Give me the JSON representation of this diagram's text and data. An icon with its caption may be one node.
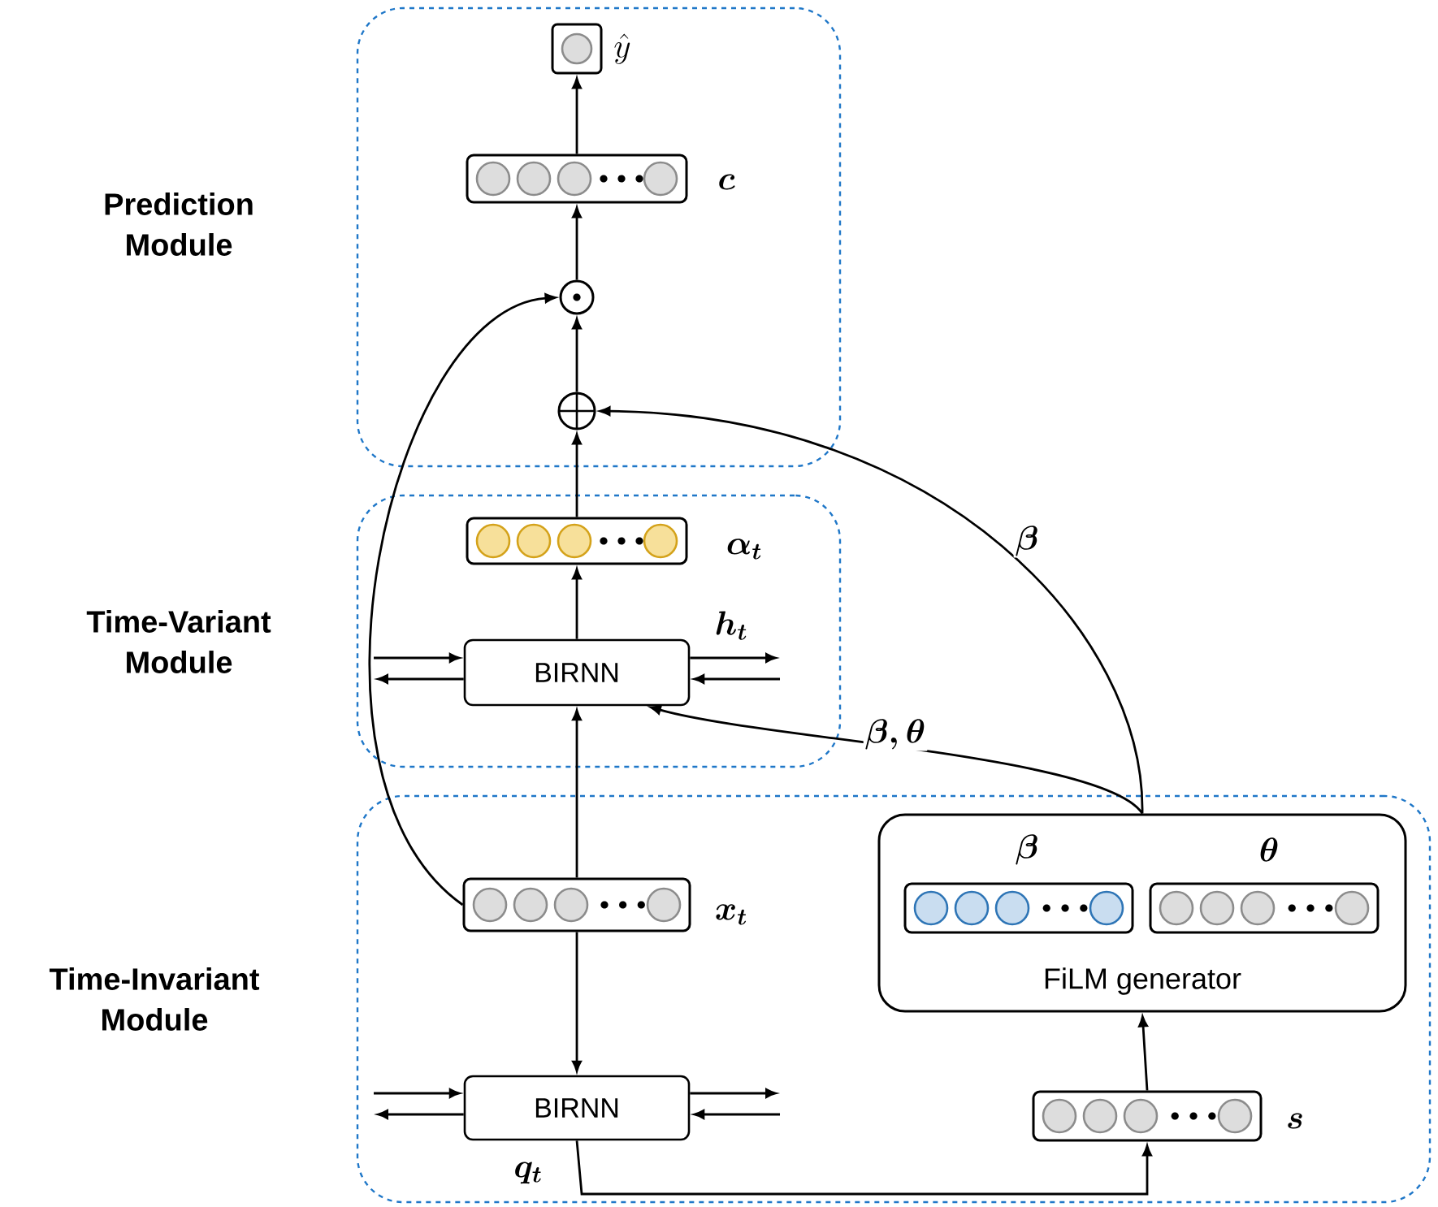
{
  "diagram": {
    "nodes": [
      {
        "text": [
          "Prediction Module"
        ]
      },
      {
        "text": [],
        "shape": "box",
        "in": 0,
        "beside": [
          "\\hat{y}"
        ]
      },
      {
        "text": [],
        "shape": "bar",
        "in": 0,
        "beside": [
          "c"
        ]
      },
      {
        "text": [],
        "shape": "circle",
        "in": 0
      },
      {
        "text": [],
        "shape": "circle",
        "in": 0
      },
      {
        "text": [
          "Time-Variant Module"
        ]
      },
      {
        "text": [],
        "shape": "bar",
        "in": 5,
        "beside": [
          "\\alpha_t"
        ]
      },
      {
        "text": [
          "BIRNN"
        ],
        "in": 5
      },
      {
        "text": [
          "Time-Invariant Module"
        ]
      },
      {
        "text": [],
        "shape": "bar",
        "in": 8,
        "beside": [
          "x_t"
        ]
      },
      {
        "text": [
          "BIRNN"
        ],
        "in": 8
      },
      {
        "text": [
          "FiLM generator"
        ],
        "in": 8
      },
      {
        "text": [],
        "shape": "bar",
        "in": 11,
        "beside": [
          "\\beta"
        ]
      },
      {
        "text": [],
        "shape": "bar",
        "in": 11,
        "beside": [
          "\\theta"
        ]
      },
      {
        "text": [],
        "shape": "bar",
        "in": 8,
        "beside": [
          "s"
        ]
      }
    ],
    "edges": [
      {
        "from": 2,
        "to": 1,
        "arrow": "to"
      },
      {
        "from": 3,
        "to": 2,
        "arrow": "to"
      },
      {
        "from": 4,
        "to": 3,
        "arrow": "to"
      },
      {
        "from": 6,
        "to": 4,
        "arrow": "to"
      },
      {
        "from": 7,
        "to": 6,
        "arrow": "to"
      },
      {
        "from": 9,
        "to": 7,
        "arrow": "to"
      },
      {
        "from": 9,
        "to": 10,
        "arrow": "to"
      },
      {
        "from": 9,
        "to": 3,
        "arrow": "to"
      },
      {
        "from": 11,
        "to": 4,
        "arrow": "to",
        "label": "\\beta"
      },
      {
        "from": 11,
        "to": 7,
        "arrow": "to",
        "label": "\\beta, \\theta"
      },
      {
        "from": 14,
        "to": 11,
        "arrow": "to"
      },
      {
        "from": 10,
        "to": 14,
        "arrow": "to",
        "label": "q_t"
      },
      {
        "from": null,
        "to": 7,
        "arrow": "to"
      },
      {
        "from": 7,
        "to": null,
        "arrow": "to"
      },
      {
        "from": 7,
        "to": null,
        "arrow": "to",
        "label": "h_t"
      },
      {
        "from": null,
        "to": 7,
        "arrow": "to"
      },
      {
        "from": null,
        "to": 10,
        "arrow": "to"
      },
      {
        "from": 10,
        "to": null,
        "arrow": "to"
      },
      {
        "from": 10,
        "to": null,
        "arrow": "to"
      },
      {
        "from": null,
        "to": 10,
        "arrow": "to"
      }
    ]
  }
}
